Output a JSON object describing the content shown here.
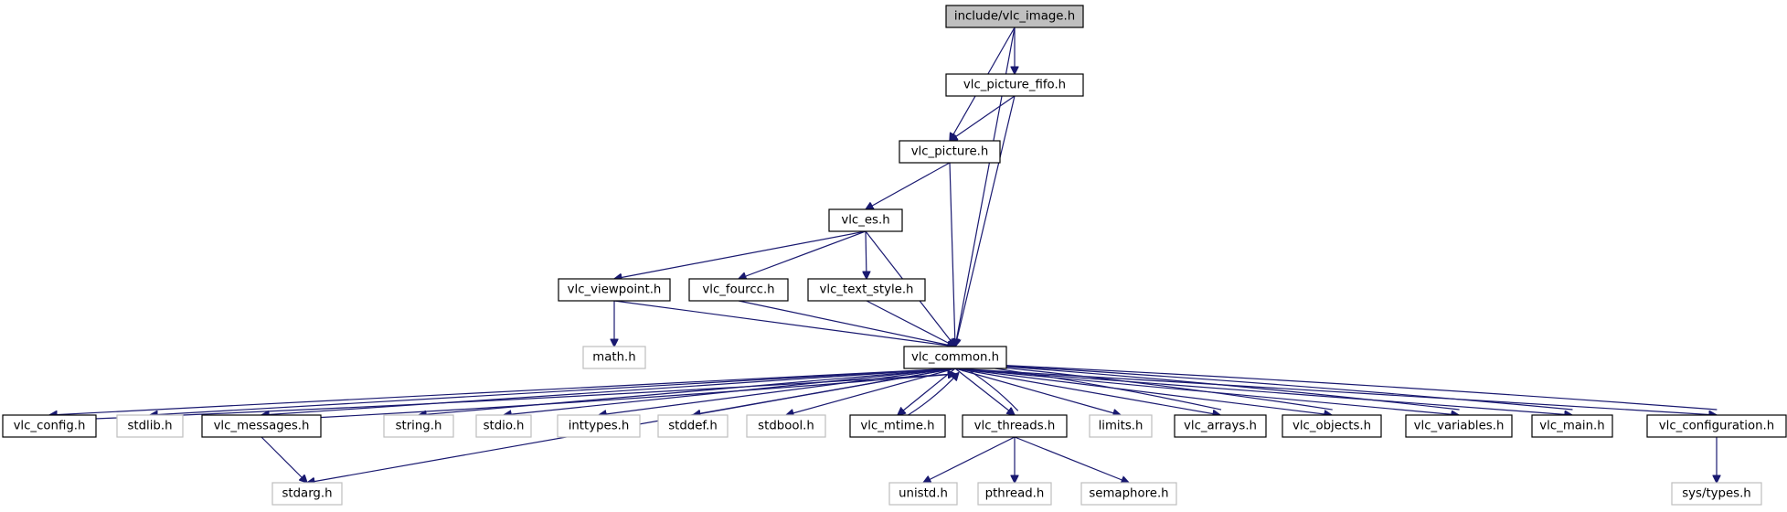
{
  "diagram": {
    "type": "include-dependency-graph",
    "root": "include/vlc_image.h",
    "colors": {
      "edge": "#191970",
      "node_border": "#000000",
      "system_header_border": "#bfbfbf",
      "root_fill": "#bfbfbf",
      "node_fill": "#ffffff",
      "text": "#000000"
    },
    "nodes": [
      {
        "id": "vlc_image",
        "label": "include/vlc_image.h",
        "kind": "root"
      },
      {
        "id": "vlc_picture_fifo",
        "label": "vlc_picture_fifo.h",
        "kind": "project"
      },
      {
        "id": "vlc_picture",
        "label": "vlc_picture.h",
        "kind": "project"
      },
      {
        "id": "vlc_es",
        "label": "vlc_es.h",
        "kind": "project"
      },
      {
        "id": "vlc_viewpoint",
        "label": "vlc_viewpoint.h",
        "kind": "project"
      },
      {
        "id": "vlc_fourcc",
        "label": "vlc_fourcc.h",
        "kind": "project"
      },
      {
        "id": "vlc_text_style",
        "label": "vlc_text_style.h",
        "kind": "project"
      },
      {
        "id": "math",
        "label": "math.h",
        "kind": "system"
      },
      {
        "id": "vlc_common",
        "label": "vlc_common.h",
        "kind": "project"
      },
      {
        "id": "vlc_config",
        "label": "vlc_config.h",
        "kind": "project"
      },
      {
        "id": "stdlib",
        "label": "stdlib.h",
        "kind": "system"
      },
      {
        "id": "vlc_messages",
        "label": "vlc_messages.h",
        "kind": "project"
      },
      {
        "id": "string",
        "label": "string.h",
        "kind": "system"
      },
      {
        "id": "stdio",
        "label": "stdio.h",
        "kind": "system"
      },
      {
        "id": "inttypes",
        "label": "inttypes.h",
        "kind": "system"
      },
      {
        "id": "stddef",
        "label": "stddef.h",
        "kind": "system"
      },
      {
        "id": "stdbool",
        "label": "stdbool.h",
        "kind": "system"
      },
      {
        "id": "vlc_mtime",
        "label": "vlc_mtime.h",
        "kind": "project"
      },
      {
        "id": "vlc_threads",
        "label": "vlc_threads.h",
        "kind": "project"
      },
      {
        "id": "limits",
        "label": "limits.h",
        "kind": "system"
      },
      {
        "id": "vlc_arrays",
        "label": "vlc_arrays.h",
        "kind": "project"
      },
      {
        "id": "vlc_objects",
        "label": "vlc_objects.h",
        "kind": "project"
      },
      {
        "id": "vlc_variables",
        "label": "vlc_variables.h",
        "kind": "project"
      },
      {
        "id": "vlc_main",
        "label": "vlc_main.h",
        "kind": "project"
      },
      {
        "id": "vlc_configuration",
        "label": "vlc_configuration.h",
        "kind": "project"
      },
      {
        "id": "stdarg",
        "label": "stdarg.h",
        "kind": "system"
      },
      {
        "id": "unistd",
        "label": "unistd.h",
        "kind": "system"
      },
      {
        "id": "pthread",
        "label": "pthread.h",
        "kind": "system"
      },
      {
        "id": "semaphore",
        "label": "semaphore.h",
        "kind": "system"
      },
      {
        "id": "sys_types",
        "label": "sys/types.h",
        "kind": "system"
      }
    ],
    "edges": [
      {
        "from": "vlc_image",
        "to": "vlc_picture"
      },
      {
        "from": "vlc_image",
        "to": "vlc_picture_fifo"
      },
      {
        "from": "vlc_image",
        "to": "vlc_common"
      },
      {
        "from": "vlc_picture_fifo",
        "to": "vlc_picture"
      },
      {
        "from": "vlc_picture_fifo",
        "to": "vlc_common"
      },
      {
        "from": "vlc_picture",
        "to": "vlc_es"
      },
      {
        "from": "vlc_picture",
        "to": "vlc_common"
      },
      {
        "from": "vlc_es",
        "to": "vlc_viewpoint"
      },
      {
        "from": "vlc_es",
        "to": "vlc_fourcc"
      },
      {
        "from": "vlc_es",
        "to": "vlc_text_style"
      },
      {
        "from": "vlc_es",
        "to": "vlc_common"
      },
      {
        "from": "vlc_viewpoint",
        "to": "math"
      },
      {
        "from": "vlc_viewpoint",
        "to": "vlc_common"
      },
      {
        "from": "vlc_fourcc",
        "to": "vlc_common"
      },
      {
        "from": "vlc_text_style",
        "to": "vlc_common"
      },
      {
        "from": "vlc_common",
        "to": "vlc_config"
      },
      {
        "from": "vlc_config",
        "to": "vlc_common"
      },
      {
        "from": "vlc_common",
        "to": "stdlib"
      },
      {
        "from": "vlc_common",
        "to": "vlc_messages"
      },
      {
        "from": "vlc_messages",
        "to": "vlc_common"
      },
      {
        "from": "vlc_common",
        "to": "stdarg"
      },
      {
        "from": "vlc_messages",
        "to": "stdarg"
      },
      {
        "from": "vlc_common",
        "to": "string"
      },
      {
        "from": "vlc_common",
        "to": "stdio"
      },
      {
        "from": "vlc_common",
        "to": "inttypes"
      },
      {
        "from": "vlc_common",
        "to": "stddef"
      },
      {
        "from": "vlc_common",
        "to": "stdbool"
      },
      {
        "from": "vlc_common",
        "to": "vlc_mtime"
      },
      {
        "from": "vlc_mtime",
        "to": "vlc_common"
      },
      {
        "from": "vlc_common",
        "to": "vlc_threads"
      },
      {
        "from": "vlc_threads",
        "to": "vlc_common"
      },
      {
        "from": "vlc_threads",
        "to": "unistd"
      },
      {
        "from": "vlc_threads",
        "to": "pthread"
      },
      {
        "from": "vlc_threads",
        "to": "semaphore"
      },
      {
        "from": "vlc_common",
        "to": "limits"
      },
      {
        "from": "vlc_common",
        "to": "vlc_arrays"
      },
      {
        "from": "vlc_arrays",
        "to": "vlc_common"
      },
      {
        "from": "vlc_common",
        "to": "vlc_objects"
      },
      {
        "from": "vlc_objects",
        "to": "vlc_common"
      },
      {
        "from": "vlc_common",
        "to": "vlc_variables"
      },
      {
        "from": "vlc_variables",
        "to": "vlc_common"
      },
      {
        "from": "vlc_common",
        "to": "vlc_main"
      },
      {
        "from": "vlc_main",
        "to": "vlc_common"
      },
      {
        "from": "vlc_common",
        "to": "vlc_configuration"
      },
      {
        "from": "vlc_configuration",
        "to": "vlc_common"
      },
      {
        "from": "vlc_configuration",
        "to": "sys_types"
      }
    ]
  }
}
